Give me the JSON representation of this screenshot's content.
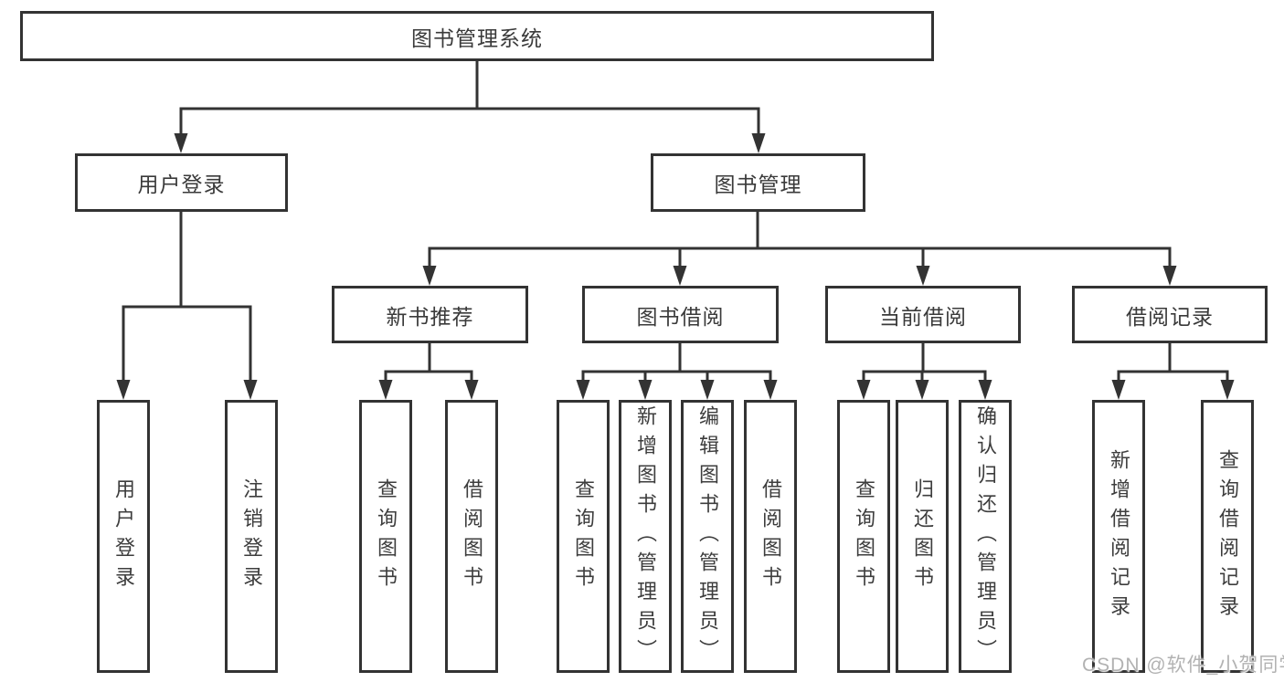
{
  "diagram_title": "图书管理系统",
  "tree": {
    "label": "图书管理系统",
    "children": [
      {
        "label": "用户登录",
        "children": [
          {
            "label": "用户登录"
          },
          {
            "label": "注销登录"
          }
        ]
      },
      {
        "label": "图书管理",
        "children": [
          {
            "label": "新书推荐",
            "children": [
              {
                "label": "查询图书"
              },
              {
                "label": "借阅图书"
              }
            ]
          },
          {
            "label": "图书借阅",
            "children": [
              {
                "label": "查询图书"
              },
              {
                "label": "新增图书（管理员）"
              },
              {
                "label": "编辑图书（管理员）"
              },
              {
                "label": "借阅图书"
              }
            ]
          },
          {
            "label": "当前借阅",
            "children": [
              {
                "label": "查询图书"
              },
              {
                "label": "归还图书"
              },
              {
                "label": "确认归还（管理员）"
              }
            ]
          },
          {
            "label": "借阅记录",
            "children": [
              {
                "label": "新增借阅记录"
              },
              {
                "label": "查询借阅记录"
              }
            ]
          }
        ]
      }
    ]
  },
  "watermark": {
    "text": "CSDN @软件_小贺同学"
  },
  "colors": {
    "line": "#333333",
    "box_border": "#333333",
    "text": "#3a3a3a",
    "background": "#ffffff",
    "watermark": "#b2b2b2"
  }
}
